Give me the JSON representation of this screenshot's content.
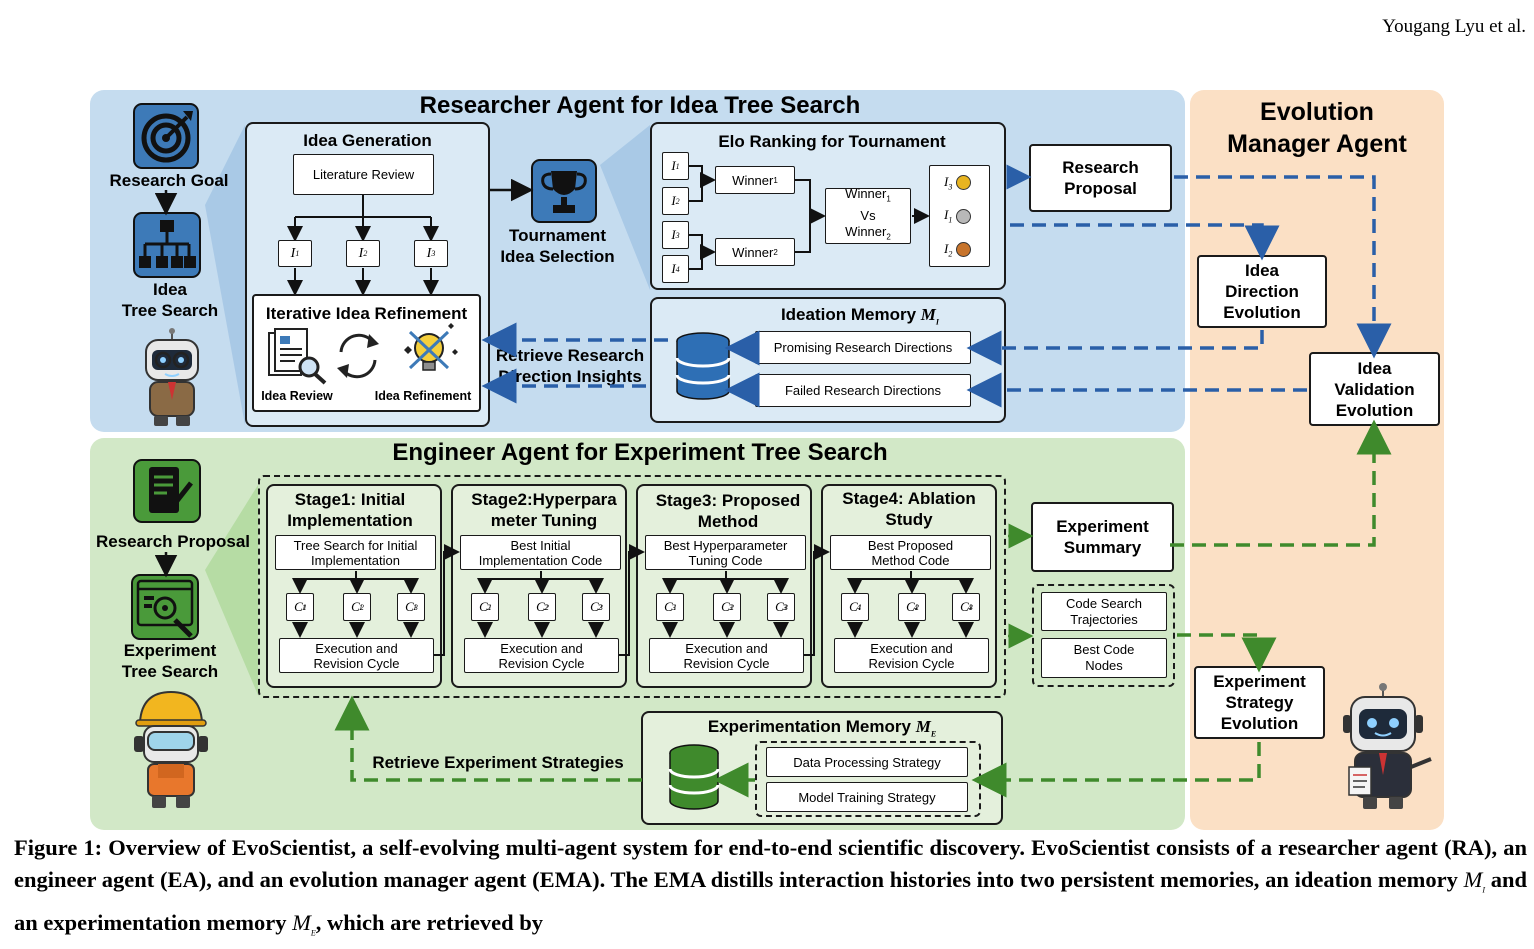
{
  "header": {
    "author": "Yougang Lyu et al."
  },
  "researcher": {
    "title": "Researcher Agent for Idea Tree Search",
    "research_goal": "Research Goal",
    "idea_tree_search": [
      "Idea",
      "Tree Search"
    ],
    "idea_generation": {
      "title": "Idea Generation",
      "literature_review": "Literature Review",
      "ideas": [
        "I",
        "I",
        "I"
      ],
      "idea_subs": [
        "1",
        "2",
        "3"
      ]
    },
    "refinement": {
      "title": "Iterative Idea Refinement",
      "idea_review": "Idea Review",
      "idea_refinement": "Idea Refinement"
    },
    "tournament": [
      "Tournament",
      "Idea Selection"
    ],
    "elo": {
      "title": "Elo Ranking for Tournament",
      "inputs": [
        "I",
        "I",
        "I",
        "I"
      ],
      "input_subs": [
        "1",
        "2",
        "3",
        "4"
      ],
      "winner1": "Winner",
      "winner2": "Winner",
      "w1_sub": "1",
      "w2_sub": "2",
      "vs_lines": [
        "Winner",
        "Vs",
        "Winner"
      ],
      "vs_subs": [
        "1",
        "",
        "2"
      ],
      "ranking": [
        "I",
        "I",
        "I"
      ],
      "ranking_subs": [
        "3",
        "1",
        "2"
      ]
    },
    "ideation_memory": {
      "title": "Ideation Memory",
      "symbol": "M",
      "symbol_sub": "I",
      "promising": "Promising Research Directions",
      "failed": "Failed Research Directions"
    },
    "retrieve": [
      "Retrieve Research",
      "Direction Insights"
    ]
  },
  "engineer": {
    "title": "Engineer Agent for Experiment Tree Search",
    "research_proposal": "Research Proposal",
    "experiment_tree_search": [
      "Experiment",
      "Tree Search"
    ],
    "stages": [
      {
        "title": [
          "Stage1: Initial",
          "Implementation"
        ],
        "input": [
          "Tree Search for Initial",
          "Implementation"
        ],
        "cycle": [
          "Execution and",
          "Revision Cycle"
        ],
        "sup": "1"
      },
      {
        "title": [
          "Stage2:Hyperpara",
          "meter Tuning"
        ],
        "input": [
          "Best Initial",
          "Implementation Code"
        ],
        "cycle": [
          "Execution and",
          "Revision Cycle"
        ],
        "sup": "2"
      },
      {
        "title": [
          "Stage3: Proposed",
          "Method"
        ],
        "input": [
          "Best Hyperparameter",
          "Tuning Code"
        ],
        "cycle": [
          "Execution and",
          "Revision Cycle"
        ],
        "sup": "3"
      },
      {
        "title": [
          "Stage4: Ablation",
          "Study"
        ],
        "input": [
          "Best Proposed",
          "Method Code"
        ],
        "cycle": [
          "Execution and",
          "Revision Cycle"
        ],
        "sup": "4"
      }
    ],
    "node_letter": "C",
    "node_subs": [
      "1",
      "2",
      "3"
    ],
    "experiment_summary": [
      "Experiment",
      "Summary"
    ],
    "code_search": [
      "Code Search",
      "Trajectories"
    ],
    "best_code": [
      "Best Code",
      "Nodes"
    ],
    "experimentation_memory": {
      "title": "Experimentation Memory",
      "symbol": "M",
      "symbol_sub": "E",
      "data_processing": "Data Processing Strategy",
      "model_training": "Model Training Strategy"
    },
    "retrieve": "Retrieve Experiment Strategies"
  },
  "evolution": {
    "title": [
      "Evolution",
      "Manager Agent"
    ],
    "research_proposal": [
      "Research",
      "Proposal"
    ],
    "idea_direction": [
      "Idea",
      "Direction",
      "Evolution"
    ],
    "idea_validation": [
      "Idea",
      "Validation",
      "Evolution"
    ],
    "experiment_strategy": [
      "Experiment",
      "Strategy",
      "Evolution"
    ]
  },
  "caption": {
    "text": "Figure 1: Overview of EvoScientist, a self-evolving multi-agent system for end-to-end scientific discovery. EvoScientist consists of a researcher agent (RA), an engineer agent (EA), and an evolution manager agent (EMA). The EMA distills interaction histories into two persistent memories, an ideation memory",
    "m1": "M",
    "m1_sub": "I",
    "mid": "and an experimentation memory",
    "m2": "M",
    "m2_sub": "E",
    "end": ", which are retrieved by"
  },
  "colors": {
    "blue_panel": "#c5dcef",
    "green_panel": "#d2e8c7",
    "orange_panel": "#fbe0c5",
    "blue_arrow": "#2a5fa8",
    "green_arrow": "#3f8a2c"
  }
}
